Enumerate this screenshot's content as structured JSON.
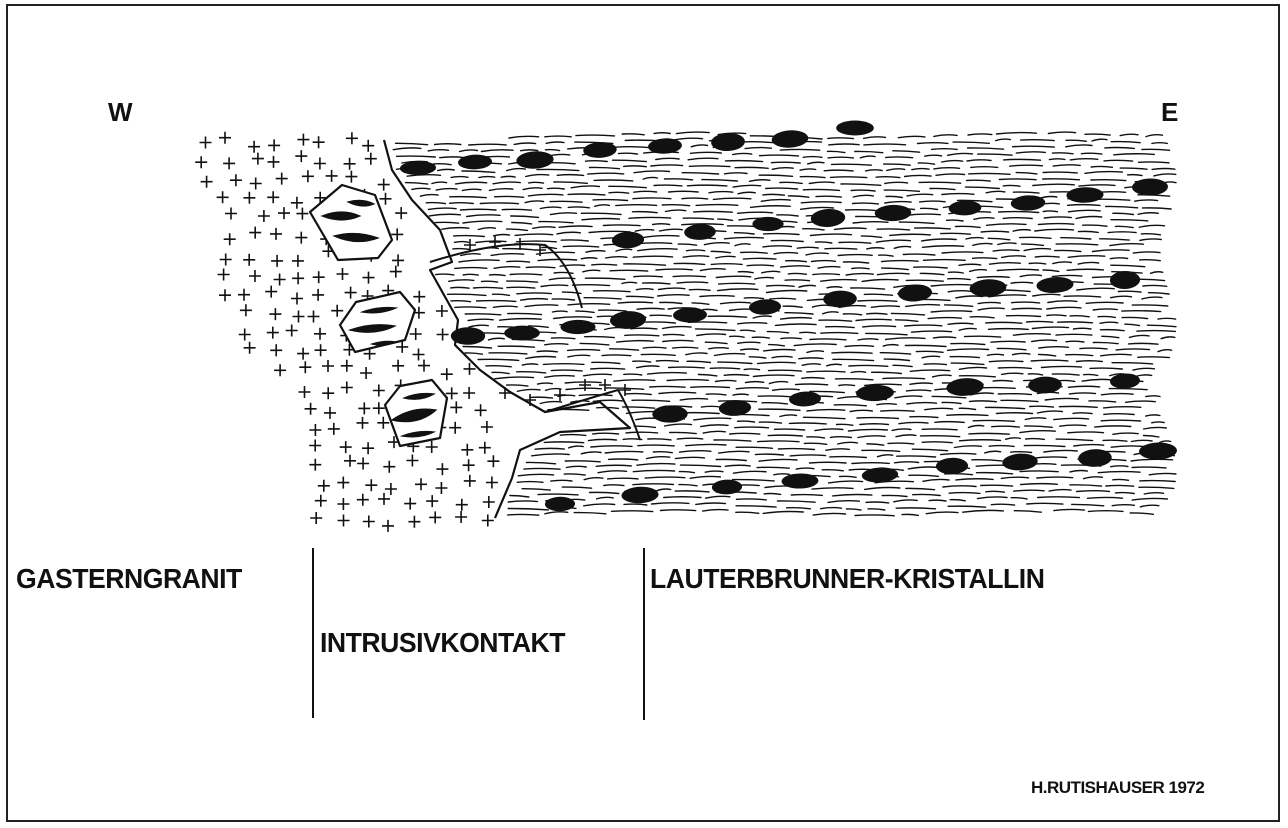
{
  "compass": {
    "west": "W",
    "east": "E"
  },
  "units": {
    "granite": "GASTERNGRANIT",
    "contact": "INTRUSIVKONTAKT",
    "crystalline": "LAUTERBRUNNER-KRISTALLIN"
  },
  "credit": "H.RUTISHAUSER 1972",
  "colors": {
    "ink": "#111111",
    "paper": "#ffffff"
  }
}
